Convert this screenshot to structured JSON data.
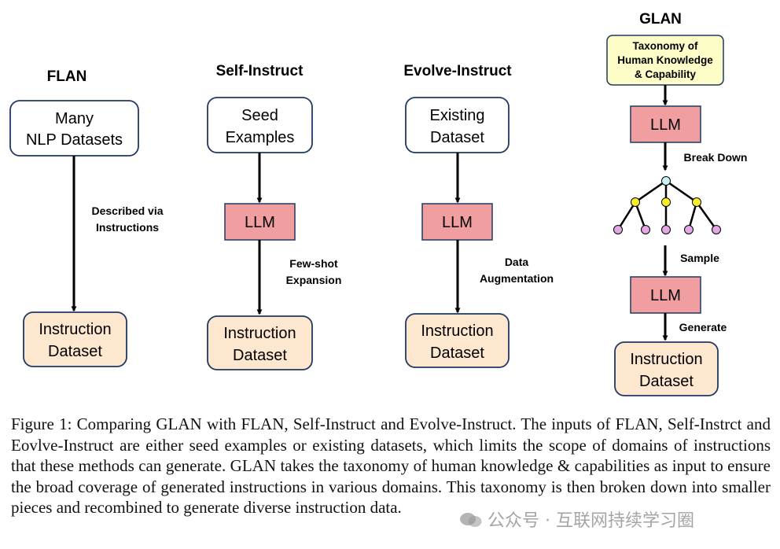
{
  "colors": {
    "llm_fill": "#f19ea0",
    "instruction_fill": "#fde7cf",
    "taxonomy_fill": "#fdfdc7",
    "node_root": "#c8f4f8",
    "node_mid": "#f6ee2c",
    "node_leaf": "#e5a6e6"
  },
  "flan": {
    "title": "FLAN",
    "input": [
      "Many",
      "NLP Datasets"
    ],
    "edge_label": [
      "Described via",
      "Instructions"
    ],
    "output": [
      "Instruction",
      "Dataset"
    ]
  },
  "self_instruct": {
    "title": "Self-Instruct",
    "input": [
      "Seed",
      "Examples"
    ],
    "llm": "LLM",
    "edge_label": [
      "Few-shot",
      "Expansion"
    ],
    "output": [
      "Instruction",
      "Dataset"
    ]
  },
  "evolve_instruct": {
    "title": "Evolve-Instruct",
    "input": [
      "Existing",
      "Dataset"
    ],
    "llm": "LLM",
    "edge_label": [
      "Data",
      "Augmentation"
    ],
    "output": [
      "Instruction",
      "Dataset"
    ]
  },
  "glan": {
    "title": "GLAN",
    "taxonomy": [
      "Taxonomy of",
      "Human Knowledge",
      "& Capability"
    ],
    "llm_1": "LLM",
    "label_break_down": "Break Down",
    "label_sample": "Sample",
    "llm_2": "LLM",
    "label_generate": "Generate",
    "output": [
      "Instruction",
      "Dataset"
    ]
  },
  "caption": "Figure 1: Comparing GLAN with FLAN, Self-Instruct and Evolve-Instruct. The inputs of FLAN, Self-Instrct and Eovlve-Instruct are either seed examples or existing datasets, which limits the scope of domains of instructions that these methods can generate. GLAN takes the taxonomy of human knowledge & capabilities as input to ensure the broad coverage of generated instructions in various domains. This taxonomy is then broken down into smaller pieces and recombined to generate diverse instruction data.",
  "watermark": "公众号 · 互联网持续学习圈"
}
